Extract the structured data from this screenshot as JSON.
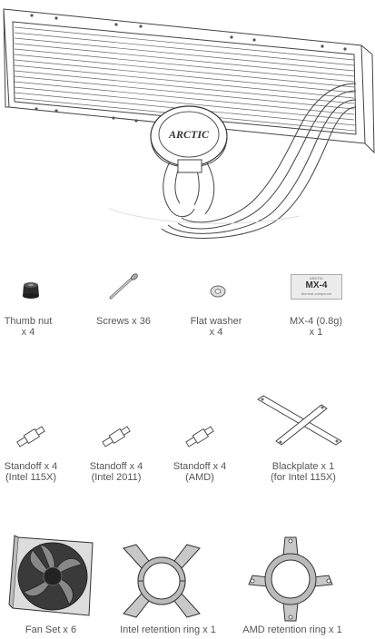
{
  "cooler": {
    "logo_text": "ARCTIC"
  },
  "paste": {
    "brand": "ARCTIC",
    "name": "MX-4",
    "sub": "thermal compound"
  },
  "parts": {
    "thumb_nut": {
      "line1": "Thumb nut",
      "line2": "x 4"
    },
    "screws": {
      "line1": "Screws x 36"
    },
    "flat_washer": {
      "line1": "Flat washer",
      "line2": "x 4"
    },
    "mx4": {
      "line1": "MX-4 (0.8g)",
      "line2": "x 1"
    },
    "standoff_115x": {
      "line1": "Standoff x 4",
      "line2": "(Intel 115X)"
    },
    "standoff_2011": {
      "line1": "Standoff x 4",
      "line2": "(Intel 2011)"
    },
    "standoff_amd": {
      "line1": "Standoff x 4",
      "line2": "(AMD)"
    },
    "backplate": {
      "line1": "Blackplate x 1",
      "line2": "(for Intel 115X)"
    },
    "fan_set": {
      "line1": "Fan Set x 6"
    },
    "intel_ring": {
      "line1": "Intel retention ring  x 1"
    },
    "amd_ring": {
      "line1": "AMD retention ring x 1"
    }
  }
}
